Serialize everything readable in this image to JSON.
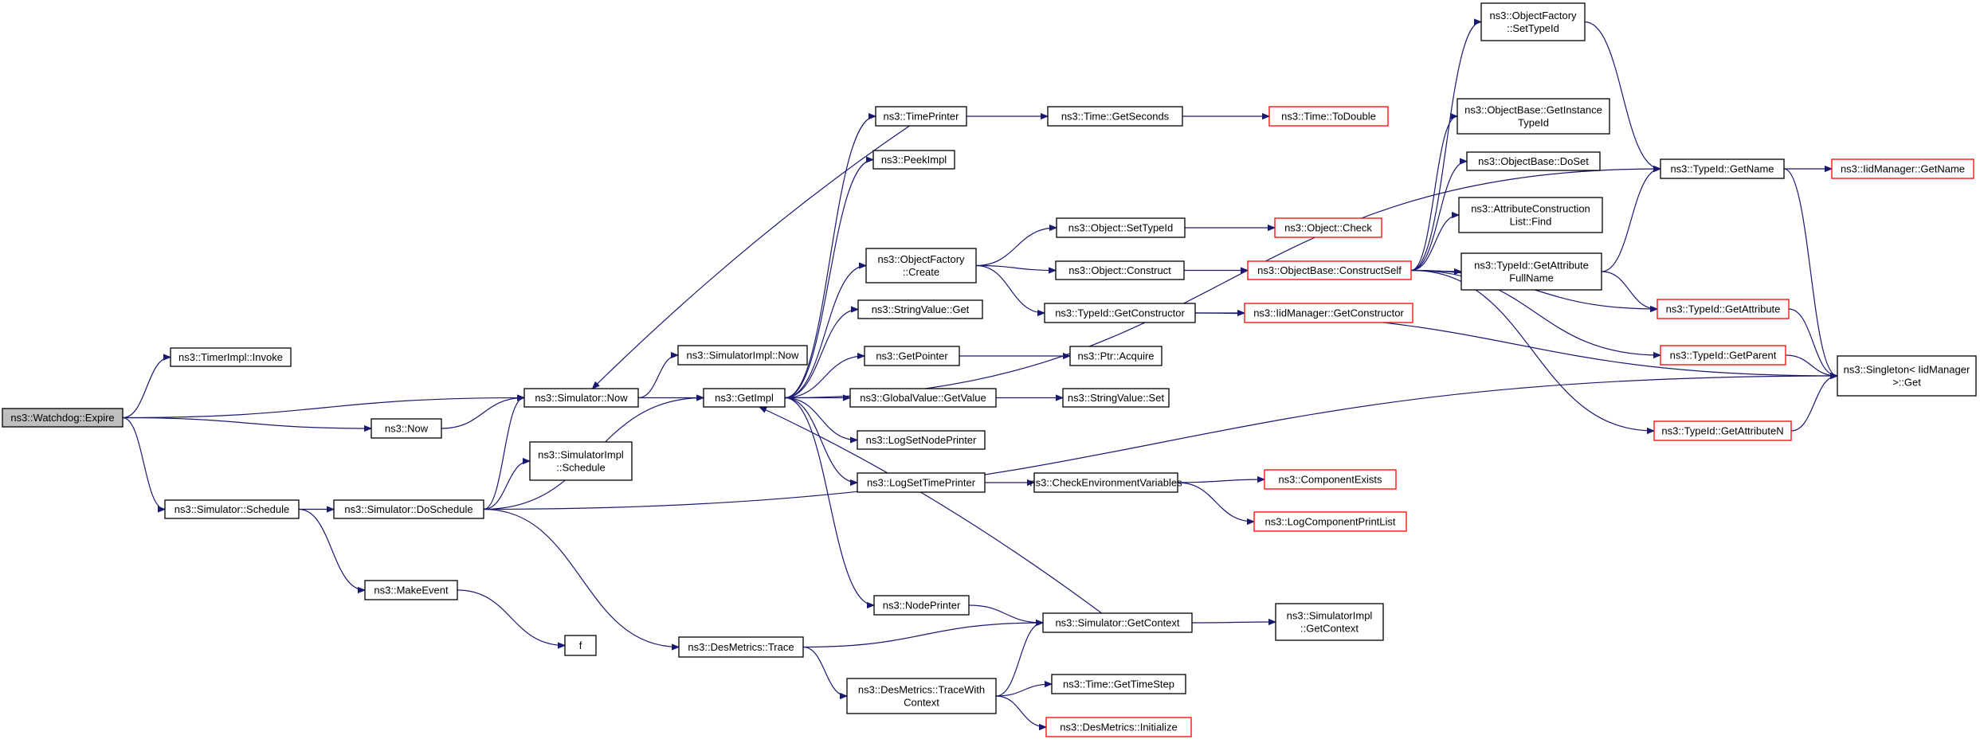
{
  "colors": {
    "edge": "#191970",
    "node_border": "#000000",
    "link_border": "#ff0000",
    "root_fill": "#bfbfbf",
    "node_fill": "#ffffff"
  },
  "nodes": [
    {
      "id": "n0",
      "lines": [
        "ns3::Watchdog::Expire"
      ],
      "kind": "root"
    },
    {
      "id": "n1",
      "lines": [
        "ns3::TimerImpl::Invoke"
      ],
      "kind": "normal"
    },
    {
      "id": "n2",
      "lines": [
        "ns3::Now"
      ],
      "kind": "normal"
    },
    {
      "id": "n3",
      "lines": [
        "ns3::Simulator::Now"
      ],
      "kind": "normal"
    },
    {
      "id": "n4",
      "lines": [
        "ns3::Simulator::Schedule"
      ],
      "kind": "normal"
    },
    {
      "id": "n5",
      "lines": [
        "ns3::Simulator::DoSchedule"
      ],
      "kind": "normal"
    },
    {
      "id": "n6",
      "lines": [
        "ns3::MakeEvent"
      ],
      "kind": "normal"
    },
    {
      "id": "n7",
      "lines": [
        "f"
      ],
      "kind": "normal"
    },
    {
      "id": "n8",
      "lines": [
        "ns3::SimulatorImpl::Now"
      ],
      "kind": "normal"
    },
    {
      "id": "n9",
      "lines": [
        "ns3::GetImpl"
      ],
      "kind": "normal"
    },
    {
      "id": "n10",
      "lines": [
        "ns3::SimulatorImpl",
        "::Schedule"
      ],
      "kind": "normal"
    },
    {
      "id": "n11",
      "lines": [
        "ns3::DesMetrics::Trace"
      ],
      "kind": "normal"
    },
    {
      "id": "n12",
      "lines": [
        "ns3::TimePrinter"
      ],
      "kind": "normal"
    },
    {
      "id": "n13",
      "lines": [
        "ns3::PeekImpl"
      ],
      "kind": "normal"
    },
    {
      "id": "n14",
      "lines": [
        "ns3::ObjectFactory",
        "::Create"
      ],
      "kind": "normal"
    },
    {
      "id": "n15",
      "lines": [
        "ns3::StringValue::Get"
      ],
      "kind": "normal"
    },
    {
      "id": "n16",
      "lines": [
        "ns3::GetPointer"
      ],
      "kind": "normal"
    },
    {
      "id": "n17",
      "lines": [
        "ns3::GlobalValue::GetValue"
      ],
      "kind": "normal"
    },
    {
      "id": "n18",
      "lines": [
        "ns3::LogSetNodePrinter"
      ],
      "kind": "normal"
    },
    {
      "id": "n19",
      "lines": [
        "ns3::LogSetTimePrinter"
      ],
      "kind": "normal"
    },
    {
      "id": "n20",
      "lines": [
        "ns3::NodePrinter"
      ],
      "kind": "normal"
    },
    {
      "id": "n21",
      "lines": [
        "ns3::DesMetrics::TraceWith",
        "Context"
      ],
      "kind": "normal"
    },
    {
      "id": "n22",
      "lines": [
        "ns3::Time::GetSeconds"
      ],
      "kind": "normal"
    },
    {
      "id": "n23",
      "lines": [
        "ns3::Time::ToDouble"
      ],
      "kind": "link"
    },
    {
      "id": "n24",
      "lines": [
        "ns3::Object::SetTypeId"
      ],
      "kind": "normal"
    },
    {
      "id": "n25",
      "lines": [
        "ns3::Object::Check"
      ],
      "kind": "link"
    },
    {
      "id": "n26",
      "lines": [
        "ns3::Object::Construct"
      ],
      "kind": "normal"
    },
    {
      "id": "n27",
      "lines": [
        "ns3::ObjectBase::ConstructSelf"
      ],
      "kind": "link"
    },
    {
      "id": "n28",
      "lines": [
        "ns3::TypeId::GetConstructor"
      ],
      "kind": "normal"
    },
    {
      "id": "n29",
      "lines": [
        "ns3::IidManager::GetConstructor"
      ],
      "kind": "link"
    },
    {
      "id": "n30",
      "lines": [
        "ns3::Ptr::Acquire"
      ],
      "kind": "normal"
    },
    {
      "id": "n31",
      "lines": [
        "ns3::StringValue::Set"
      ],
      "kind": "normal"
    },
    {
      "id": "n32",
      "lines": [
        "ns3::CheckEnvironmentVariables"
      ],
      "kind": "normal"
    },
    {
      "id": "n33",
      "lines": [
        "ns3::ComponentExists"
      ],
      "kind": "link"
    },
    {
      "id": "n34",
      "lines": [
        "ns3::LogComponentPrintList"
      ],
      "kind": "link"
    },
    {
      "id": "n35",
      "lines": [
        "ns3::Simulator::GetContext"
      ],
      "kind": "normal"
    },
    {
      "id": "n36",
      "lines": [
        "ns3::SimulatorImpl",
        "::GetContext"
      ],
      "kind": "normal"
    },
    {
      "id": "n37",
      "lines": [
        "ns3::Time::GetTimeStep"
      ],
      "kind": "normal"
    },
    {
      "id": "n38",
      "lines": [
        "ns3::DesMetrics::Initialize"
      ],
      "kind": "link"
    },
    {
      "id": "n39",
      "lines": [
        "ns3::ObjectFactory",
        "::SetTypeId"
      ],
      "kind": "normal"
    },
    {
      "id": "n40",
      "lines": [
        "ns3::ObjectBase::GetInstance",
        "TypeId"
      ],
      "kind": "normal"
    },
    {
      "id": "n41",
      "lines": [
        "ns3::ObjectBase::DoSet"
      ],
      "kind": "normal"
    },
    {
      "id": "n42",
      "lines": [
        "ns3::AttributeConstruction",
        "List::Find"
      ],
      "kind": "normal"
    },
    {
      "id": "n43",
      "lines": [
        "ns3::TypeId::GetAttribute",
        "FullName"
      ],
      "kind": "normal"
    },
    {
      "id": "n44",
      "lines": [
        "ns3::TypeId::GetName"
      ],
      "kind": "normal"
    },
    {
      "id": "n45",
      "lines": [
        "ns3::IidManager::GetName"
      ],
      "kind": "link"
    },
    {
      "id": "n46",
      "lines": [
        "ns3::TypeId::GetAttribute"
      ],
      "kind": "link"
    },
    {
      "id": "n47",
      "lines": [
        "ns3::TypeId::GetParent"
      ],
      "kind": "link"
    },
    {
      "id": "n48",
      "lines": [
        "ns3::TypeId::GetAttributeN"
      ],
      "kind": "link"
    },
    {
      "id": "n49",
      "lines": [
        "ns3::Singleton< IidManager",
        " >::Get"
      ],
      "kind": "normal"
    }
  ],
  "edges": [
    [
      "n0",
      "n1"
    ],
    [
      "n0",
      "n2"
    ],
    [
      "n0",
      "n3"
    ],
    [
      "n0",
      "n4"
    ],
    [
      "n2",
      "n3"
    ],
    [
      "n3",
      "n8"
    ],
    [
      "n3",
      "n9"
    ],
    [
      "n4",
      "n5"
    ],
    [
      "n4",
      "n6"
    ],
    [
      "n6",
      "n7"
    ],
    [
      "n5",
      "n3"
    ],
    [
      "n5",
      "n10"
    ],
    [
      "n5",
      "n9"
    ],
    [
      "n5",
      "n11"
    ],
    [
      "n5",
      "n49"
    ],
    [
      "n9",
      "n12"
    ],
    [
      "n9",
      "n13"
    ],
    [
      "n9",
      "n14"
    ],
    [
      "n9",
      "n15"
    ],
    [
      "n9",
      "n16"
    ],
    [
      "n9",
      "n17"
    ],
    [
      "n9",
      "n18"
    ],
    [
      "n9",
      "n19"
    ],
    [
      "n9",
      "n20"
    ],
    [
      "n9",
      "n44"
    ],
    [
      "n12",
      "n3"
    ],
    [
      "n12",
      "n22"
    ],
    [
      "n22",
      "n23"
    ],
    [
      "n14",
      "n24"
    ],
    [
      "n14",
      "n26"
    ],
    [
      "n14",
      "n28"
    ],
    [
      "n24",
      "n25"
    ],
    [
      "n26",
      "n27"
    ],
    [
      "n28",
      "n29"
    ],
    [
      "n28",
      "n49"
    ],
    [
      "n16",
      "n30"
    ],
    [
      "n17",
      "n31"
    ],
    [
      "n19",
      "n32"
    ],
    [
      "n32",
      "n33"
    ],
    [
      "n32",
      "n34"
    ],
    [
      "n20",
      "n35"
    ],
    [
      "n35",
      "n9"
    ],
    [
      "n35",
      "n36"
    ],
    [
      "n11",
      "n35"
    ],
    [
      "n11",
      "n21"
    ],
    [
      "n21",
      "n35"
    ],
    [
      "n21",
      "n37"
    ],
    [
      "n21",
      "n38"
    ],
    [
      "n27",
      "n39"
    ],
    [
      "n27",
      "n40"
    ],
    [
      "n27",
      "n41"
    ],
    [
      "n27",
      "n42"
    ],
    [
      "n27",
      "n43"
    ],
    [
      "n27",
      "n46"
    ],
    [
      "n27",
      "n47"
    ],
    [
      "n27",
      "n48"
    ],
    [
      "n39",
      "n44"
    ],
    [
      "n43",
      "n44"
    ],
    [
      "n43",
      "n46"
    ],
    [
      "n44",
      "n45"
    ],
    [
      "n44",
      "n49"
    ],
    [
      "n46",
      "n49"
    ],
    [
      "n47",
      "n49"
    ],
    [
      "n48",
      "n49"
    ]
  ]
}
